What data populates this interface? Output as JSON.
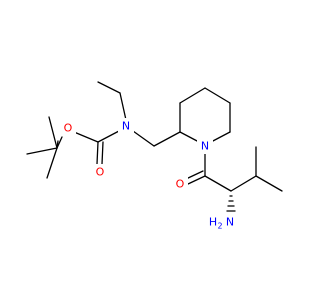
{
  "molecule": {
    "colors": {
      "bond": "#000000",
      "oxygen": "#ff0000",
      "nitrogen": "#0000ff",
      "background": "#ffffff"
    },
    "atoms": {
      "carbamate_ester_oxygen": "O",
      "carbamate_carbonyl_oxygen": "O",
      "carbamate_nitrogen": "N",
      "piperidine_nitrogen": "N",
      "amide_carbonyl_oxygen": "O",
      "amine": {
        "element": "H",
        "subscript": "2",
        "nitrogen": "N"
      }
    }
  }
}
